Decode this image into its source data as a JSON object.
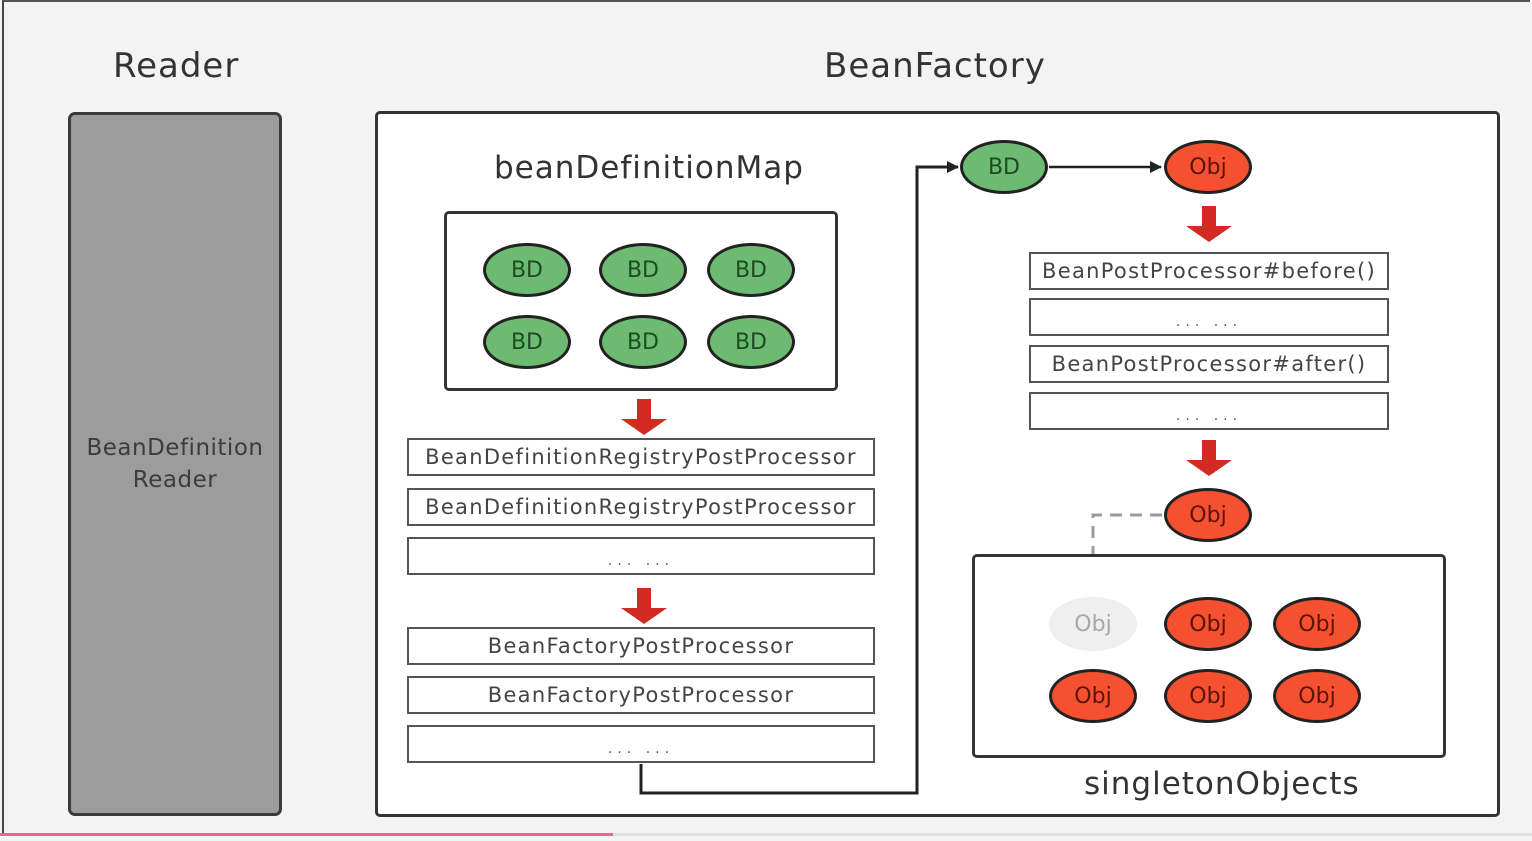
{
  "titles": {
    "reader": "Reader",
    "bean_factory": "BeanFactory"
  },
  "reader_box": {
    "label": "BeanDefinitionReader"
  },
  "bean_definition_map": {
    "title": "beanDefinitionMap",
    "items": [
      "BD",
      "BD",
      "BD",
      "BD",
      "BD",
      "BD"
    ]
  },
  "factory_post_processors": {
    "registry": [
      "BeanDefinitionRegistryPostProcessor",
      "BeanDefinitionRegistryPostProcessor",
      "... ..."
    ],
    "factory": [
      "BeanFactoryPostProcessor",
      "BeanFactoryPostProcessor",
      "... ..."
    ]
  },
  "creation_flow": {
    "bd_node": "BD",
    "obj_node": "Obj",
    "bean_post_processors": [
      "BeanPostProcessor#before()",
      "... ...",
      "BeanPostProcessor#after()",
      "... ..."
    ],
    "result_obj": "Obj"
  },
  "singleton_objects": {
    "title": "singletonObjects",
    "placeholder": "Obj",
    "items": [
      "Obj",
      "Obj",
      "Obj",
      "Obj",
      "Obj"
    ]
  },
  "colors": {
    "bd_fill": "#6dbb72",
    "obj_fill": "#f5502f",
    "arrow_red": "#d22b22",
    "reader_fill": "#9c9c9c",
    "progress": "#f06292"
  },
  "video_progress": 0.4
}
